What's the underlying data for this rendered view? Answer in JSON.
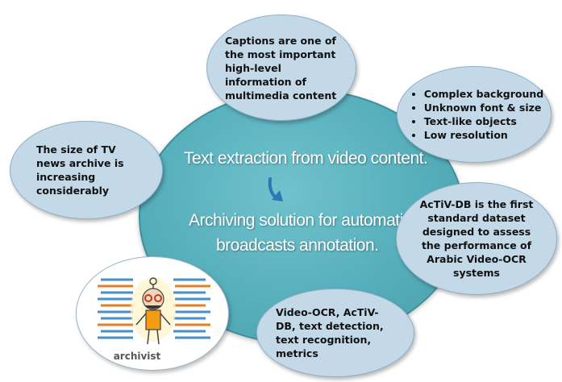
{
  "center": {
    "line1": "Text extraction from  video content.",
    "line2a": "Archiving solution for automatic",
    "line2b": "broadcasts annotation."
  },
  "bubbles": {
    "top": "Captions are one of the most important high-level information of multimedia content",
    "left": "The size of TV news archive is increasing considerably",
    "right_top": [
      "Complex background",
      "Unknown font & size",
      "Text-like objects",
      "Low resolution"
    ],
    "right_bottom": "AcTiV-DB is the first standard dataset designed to assess the performance of Arabic Video-OCR systems",
    "bottom": "Video-OCR, AcTiV-DB, text detection, text recognition, metrics"
  },
  "archivist": {
    "label": "archivist"
  },
  "colors": {
    "central": "#55aebb",
    "bubble": "#c3d9e8",
    "arrow": "#2c77b5"
  },
  "icons": {
    "arrow": "curved-arrow-icon",
    "archivist": "archivist-illustration"
  }
}
